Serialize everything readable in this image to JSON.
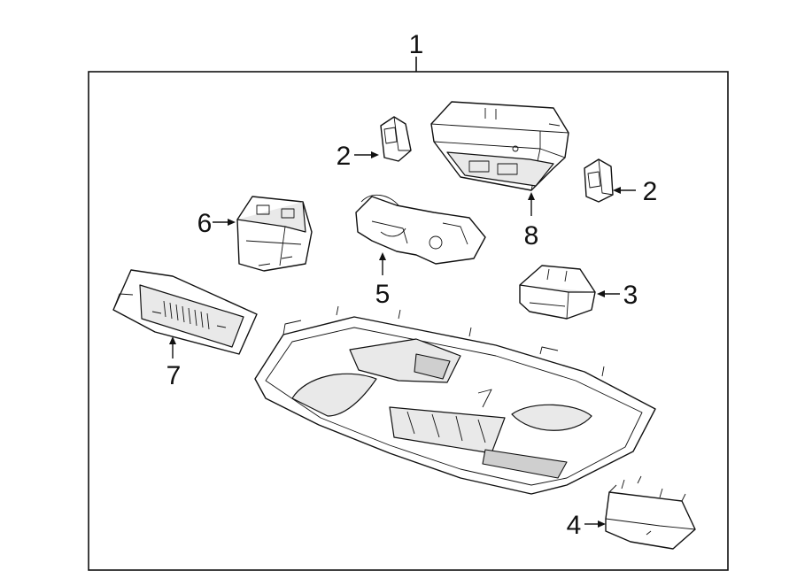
{
  "callouts": [
    {
      "id": "1",
      "label": "1"
    },
    {
      "id": "2a",
      "label": "2"
    },
    {
      "id": "2b",
      "label": "2"
    },
    {
      "id": "3",
      "label": "3"
    },
    {
      "id": "4",
      "label": "4"
    },
    {
      "id": "5",
      "label": "5"
    },
    {
      "id": "6",
      "label": "6"
    },
    {
      "id": "7",
      "label": "7"
    },
    {
      "id": "8",
      "label": "8"
    }
  ],
  "parts": [
    {
      "callout": "1",
      "icon": "overhead-console-housing-icon"
    },
    {
      "callout": "2",
      "icon": "clip-icon"
    },
    {
      "callout": "3",
      "icon": "switch-module-icon"
    },
    {
      "callout": "4",
      "icon": "bracket-icon"
    },
    {
      "callout": "5",
      "icon": "lamp-icon"
    },
    {
      "callout": "6",
      "icon": "switch-icon"
    },
    {
      "callout": "7",
      "icon": "control-panel-icon"
    },
    {
      "callout": "8",
      "icon": "module-icon"
    }
  ]
}
